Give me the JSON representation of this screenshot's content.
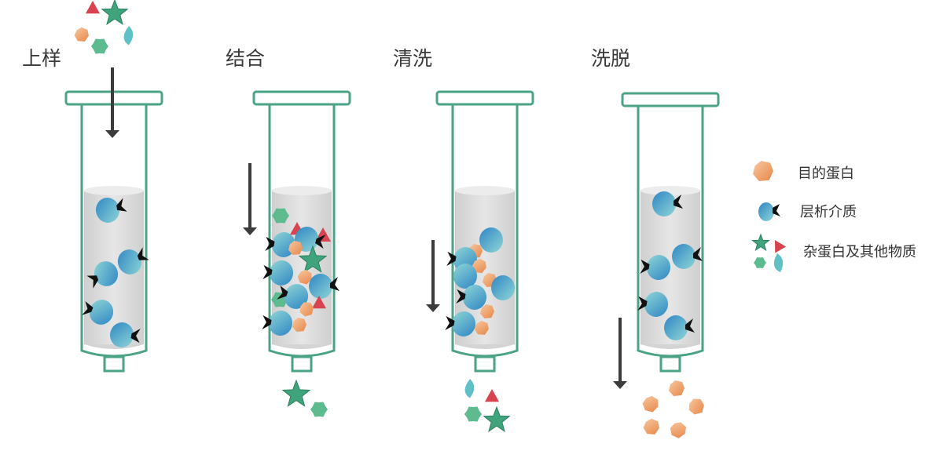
{
  "steps": [
    {
      "title": "上样"
    },
    {
      "title": "结合"
    },
    {
      "title": "清洗"
    },
    {
      "title": "洗脱"
    }
  ],
  "legend": [
    {
      "label": "目的蛋白",
      "icon": "target-protein-icon"
    },
    {
      "label": "层析介质",
      "icon": "resin-bead-icon"
    },
    {
      "label": "杂蛋白及其他物质",
      "icon": "impurities-icon"
    }
  ],
  "colors": {
    "column_outline": "#4aa386",
    "resin_fill": "#d9d9d9",
    "arrow": "#3c3c3c",
    "target_protein": "#ef9b5e",
    "bead_blue": "#2f86c4",
    "bead_teal": "#5fc1c6",
    "impurity_star": "#3fa37c",
    "impurity_triangle": "#d8434f",
    "impurity_blob": "#5dbb8f",
    "ligand": "#111111"
  }
}
